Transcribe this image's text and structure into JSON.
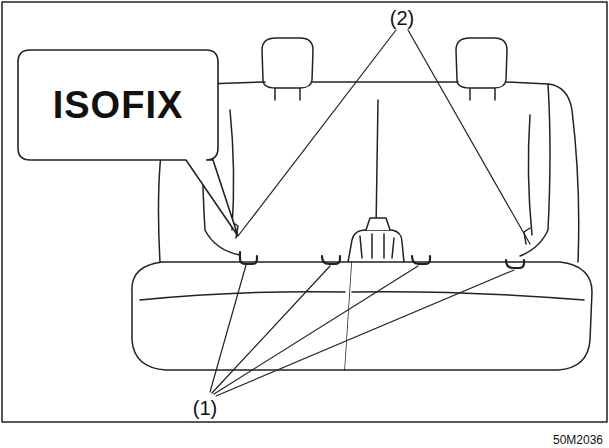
{
  "diagram": {
    "nodes": [
      {
        "text": [
          "ISOFIX"
        ]
      }
    ],
    "labels": [
      "(2)",
      "(1)",
      "50M2036"
    ]
  }
}
